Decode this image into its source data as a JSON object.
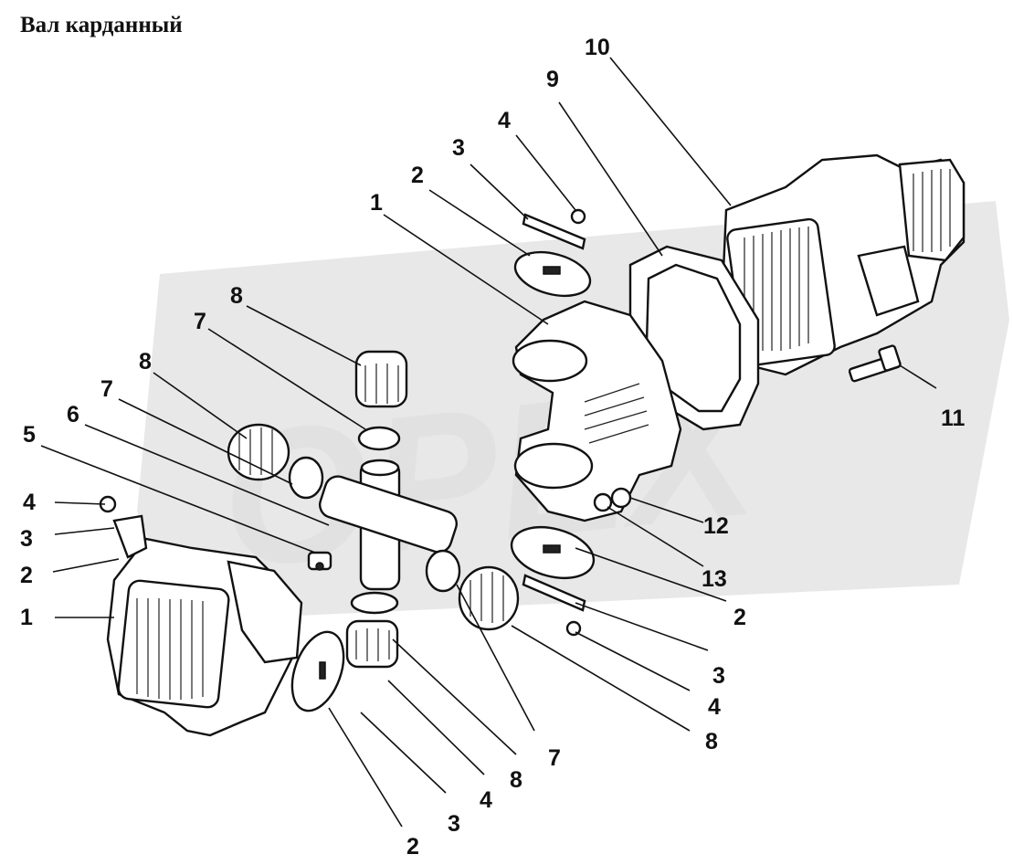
{
  "title": "Вал карданный",
  "watermark": "OPEX",
  "labels": [
    {
      "text": "10"
    },
    {
      "text": "9"
    },
    {
      "text": "4"
    },
    {
      "text": "3"
    },
    {
      "text": "2"
    },
    {
      "text": "1"
    },
    {
      "text": "8"
    },
    {
      "text": "7"
    },
    {
      "text": "8"
    },
    {
      "text": "7"
    },
    {
      "text": "6"
    },
    {
      "text": "5"
    },
    {
      "text": "4"
    },
    {
      "text": "3"
    },
    {
      "text": "2"
    },
    {
      "text": "1"
    },
    {
      "text": "11"
    },
    {
      "text": "12"
    },
    {
      "text": "13"
    },
    {
      "text": "2"
    },
    {
      "text": "3"
    },
    {
      "text": "4"
    },
    {
      "text": "8"
    },
    {
      "text": "7"
    },
    {
      "text": "8"
    },
    {
      "text": "4"
    },
    {
      "text": "3"
    },
    {
      "text": "2"
    }
  ],
  "colors": {
    "line": "#111111",
    "watermark": "#e6e6e6",
    "background": "#ffffff"
  }
}
